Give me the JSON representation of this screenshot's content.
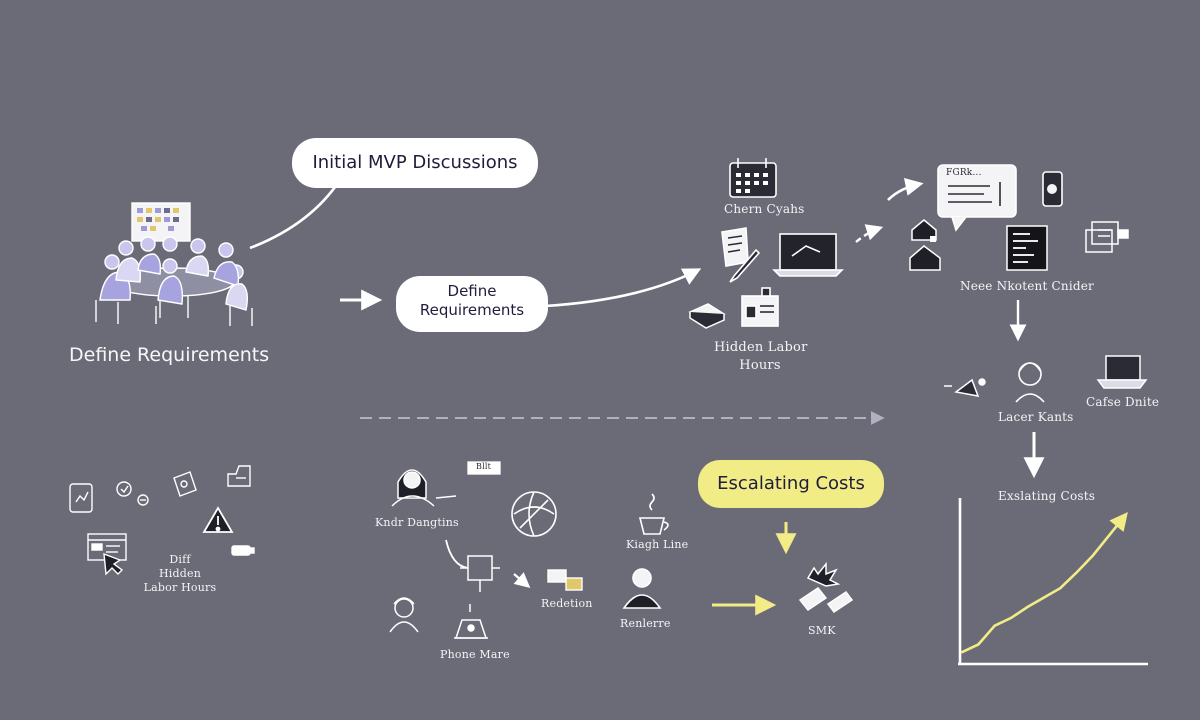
{
  "colors": {
    "background": "#6b6b78",
    "line": "#ffffff",
    "highlight": "#f2ec86",
    "bubble_text": "#1f1d3c",
    "people_accent": "#b9b6e8"
  },
  "labels": {
    "define_requirements_main": "Define Requirements",
    "bubble_mvp": "Initial MVP Discussions",
    "bubble_define_line1": "Define",
    "bubble_define_line2": "Requirements",
    "churn_cycles": "Chern Cyahs",
    "hidden_labor_line1": "Hidden Labor",
    "hidden_labor_line2": "Hours",
    "nearest_coder": "Neee Nkotent Cnider",
    "lancer_kants": "Lacer Kants",
    "coffee_date": "Cafse Dnite",
    "escalating_costs_small": "Exslating Costs",
    "escalating_costs_pill": "Escalating Costs",
    "diff_line1": "Diff",
    "diff_line2": "Hidden",
    "diff_line3": "Labor Hours",
    "kinder_dangtings": "Kndr Dangtins",
    "kiagh_line": "Kiagh Line",
    "redection": "Redetion",
    "renlerre": "Renlerre",
    "phone_mare": "Phone Mare",
    "smk": "SMK",
    "sticky_label": "Bllt",
    "screen_text": "FGRk..."
  },
  "chart_data": {
    "type": "line",
    "title": "Exslating Costs",
    "xlabel": "",
    "ylabel": "",
    "x": [
      0,
      1,
      2,
      3,
      4,
      5,
      6,
      7,
      8,
      9,
      10
    ],
    "series": [
      {
        "values": [
          0.5,
          1.0,
          2.2,
          2.7,
          3.4,
          4.0,
          4.6,
          5.6,
          6.7,
          8.0,
          9.3
        ]
      }
    ],
    "xlim": [
      0,
      11
    ],
    "ylim": [
      0,
      10
    ],
    "grid": false,
    "line_color": "#f2ec86"
  }
}
